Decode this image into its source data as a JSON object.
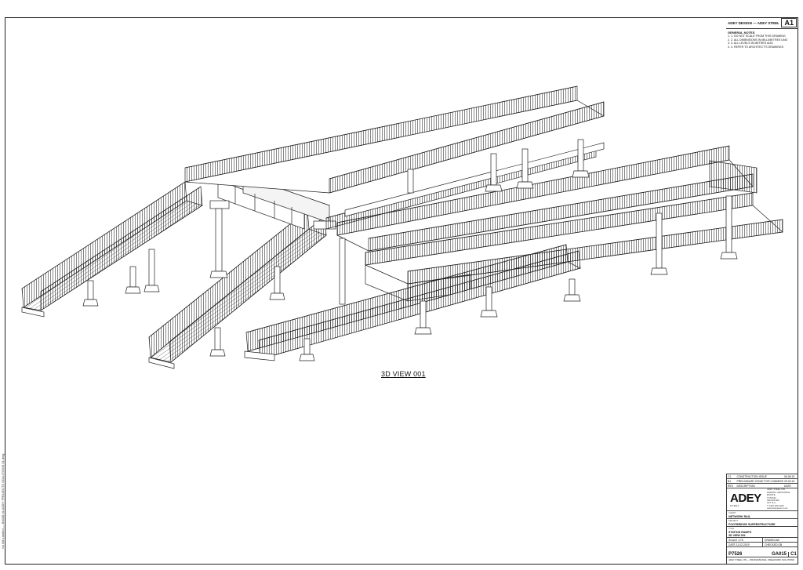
{
  "view_label": "3D VIEW 001",
  "side_note": "No Bill Limited — B0038 01 ADEY PROJECTS SOLUTIONS 01.dwg",
  "notes": {
    "company": "ADEY DESIGN — ADEY STEEL",
    "sheet_size": "A1",
    "heading": "GENERAL NOTES",
    "items": [
      "1. DO NOT SCALE FROM THIS DRAWING",
      "2. ALL DIMENSIONS IN MILLIMETRES UNO",
      "3. ALL LEVELS IN METRES AOD",
      "4. REFER TO ARCHITECT'S DRAWINGS"
    ]
  },
  "title_block": {
    "revisions": [
      {
        "rev": "C1",
        "desc": "CONSTRUCTION ISSUE",
        "date": "06.06.19"
      },
      {
        "rev": "B1",
        "desc": "PRELIMINARY ISSUE FOR COMMENT",
        "date": "25.03.19"
      },
      {
        "rev": "REV",
        "desc": "DESCRIPTION",
        "date": "DATE"
      }
    ],
    "logo": "ADEY",
    "logo_sub": "STEEL",
    "address": [
      "ADEY STEEL LTD",
      "FAIRWAY INDUSTRIAL ESTATE",
      "SYSTON",
      "LEICESTER",
      "LE7 1LA",
      "T: 0116 269 2225",
      "www.adeysteel.co.uk"
    ],
    "client_label": "CLIENT",
    "client": "NETWORK RAIL",
    "project_label": "PROJECT",
    "project": "FOOTBRIDGE SUPERSTRUCTURE",
    "title_label": "TITLE",
    "title": "STATION RAMPS",
    "view_name": "3D VIEW 001",
    "scale_label": "SCALE",
    "scale": "1:75",
    "drawn_label": "DRAWN",
    "drawn": "AW",
    "date_label": "DATE",
    "date": "11.02.2019",
    "checked_label": "CHECKED",
    "checked": "DB",
    "job_no": "P7526",
    "drawing_no": "GA015",
    "rev": "C1",
    "footer": "ADEY STEEL LTD — PROFESSIONAL STEELWORK SOLUTIONS"
  }
}
